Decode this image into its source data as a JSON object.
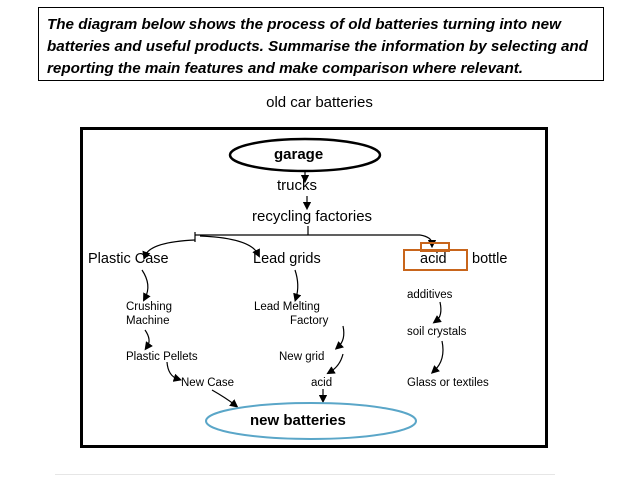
{
  "prompt": {
    "lines": [
      "The diagram below shows the process of old batteries turning into new",
      "batteries and useful products. Summarise the information by selecting and",
      "reporting the main features and make comparison where relevant."
    ]
  },
  "diagram": {
    "caption": "old car batteries",
    "garage": "garage",
    "trucks": "trucks",
    "recycling": "recycling factories",
    "plastic_case": "Plastic Case",
    "lead_grids": "Lead grids",
    "acid": "acid",
    "bottle": "bottle",
    "crushing_1": "Crushing",
    "crushing_2": "Machine",
    "lead_melting_1": "Lead Melting",
    "lead_melting_2": "Factory",
    "additives": "additives",
    "plastic_pellets": "Plastic Pellets",
    "new_grid": "New grid",
    "soil_crystals": "soil crystals",
    "new_case": "New Case",
    "acid_product": "acid",
    "glass_textiles": "Glass or textiles",
    "new_batteries": "new batteries"
  },
  "colors": {
    "acid_box": "#c8651b",
    "new_batteries_ellipse": "#5aa6c8",
    "text": "#000000"
  }
}
